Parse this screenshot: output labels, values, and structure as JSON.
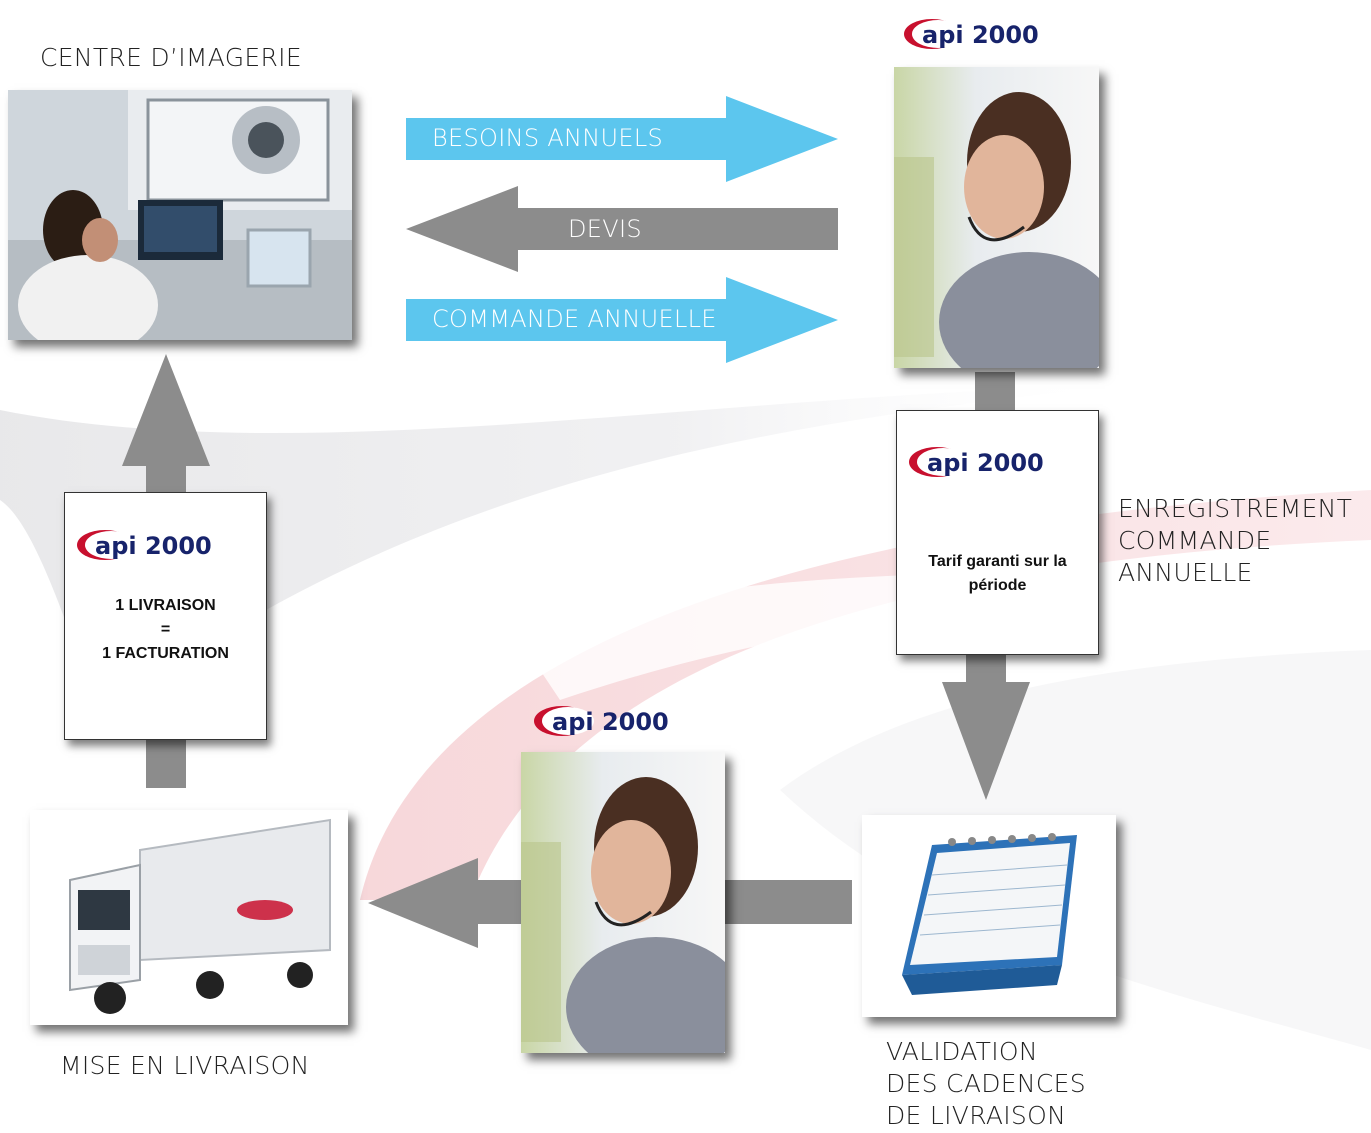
{
  "brand": {
    "logo_text": "api 2000",
    "logo_color": "#17236b",
    "logo_accent": "#c8102e"
  },
  "colors": {
    "blue_arrow": "#5cc6ee",
    "gray_arrow": "#8c8c8c"
  },
  "labels": {
    "imaging_center": "CENTRE D’IMAGERIE",
    "registration": [
      "ENREGISTREMENT",
      "COMMANDE",
      "ANNUELLE"
    ],
    "validation": [
      "VALIDATION",
      "DES CADENCES",
      "DE LIVRAISON"
    ],
    "delivery": "MISE EN LIVRAISON"
  },
  "arrows": {
    "needs": "BESOINS ANNUELS",
    "quote": "DEVIS",
    "order": "COMMANDE ANNUELLE"
  },
  "cards": {
    "billing": [
      "1 LIVRAISON",
      "=",
      "1 FACTURATION"
    ],
    "tariff": [
      "Tarif garanti sur la",
      "période"
    ]
  }
}
